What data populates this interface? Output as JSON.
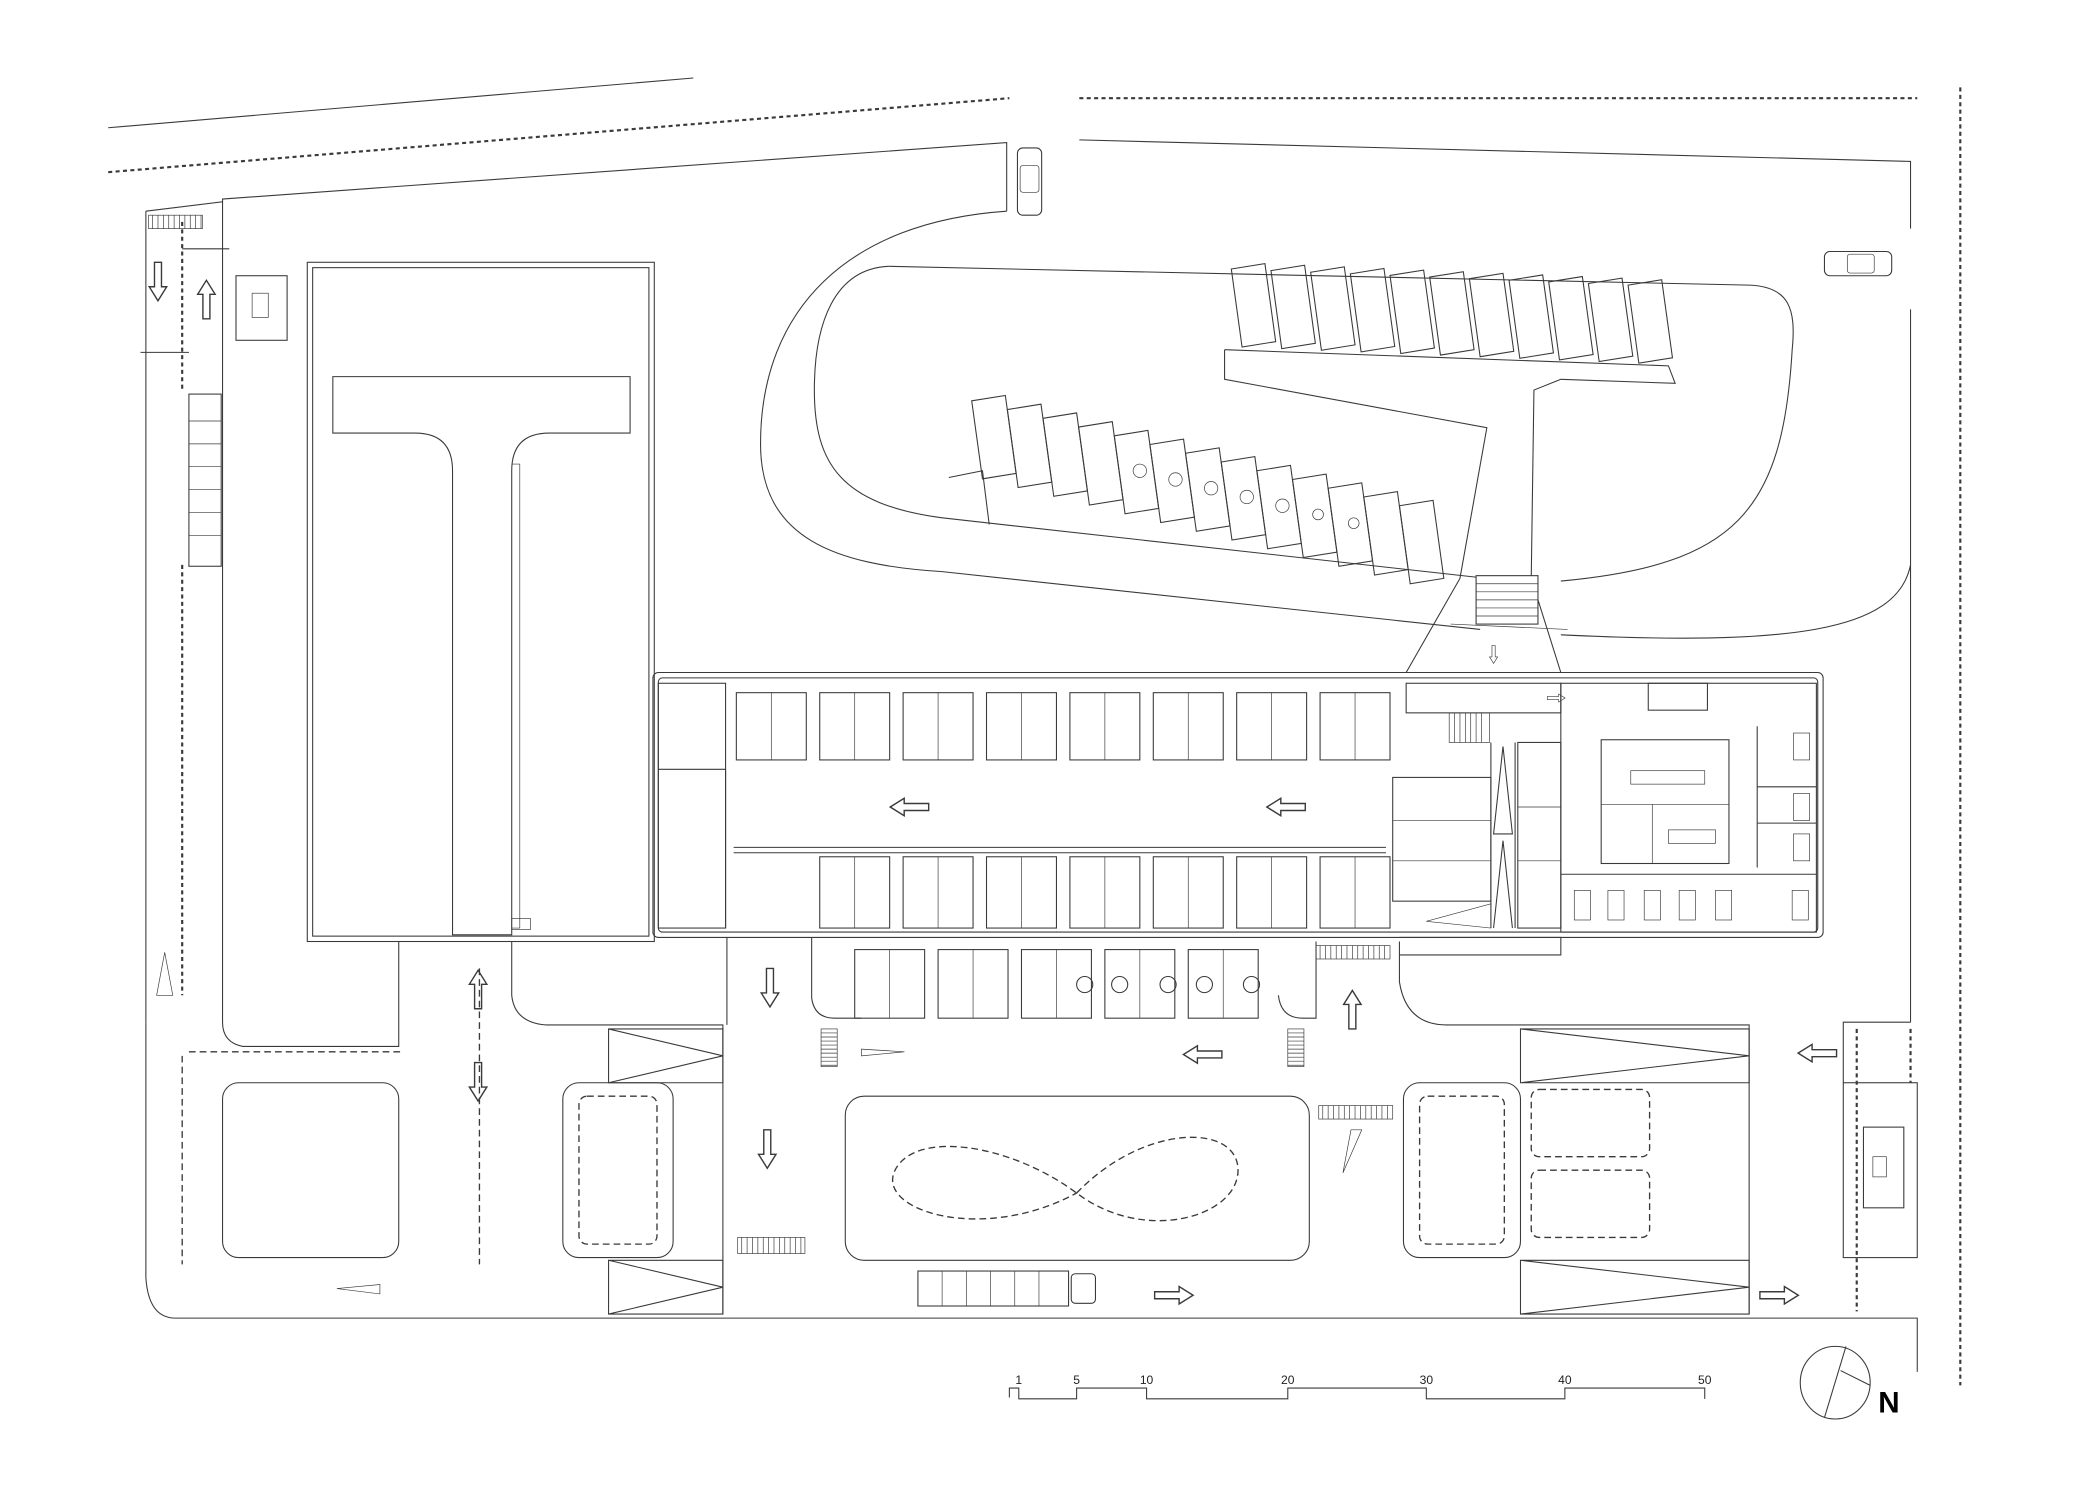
{
  "title": "Site plan",
  "scale_bar": {
    "ticks": [
      "1",
      "5",
      "10",
      "20",
      "30",
      "40",
      "50"
    ]
  },
  "north_arrow": {
    "label": "N"
  },
  "icons": [
    "arrow-icon",
    "car-icon",
    "truck-icon",
    "accessible-parking-icon",
    "ev-charging-icon",
    "north-arrow-icon"
  ]
}
